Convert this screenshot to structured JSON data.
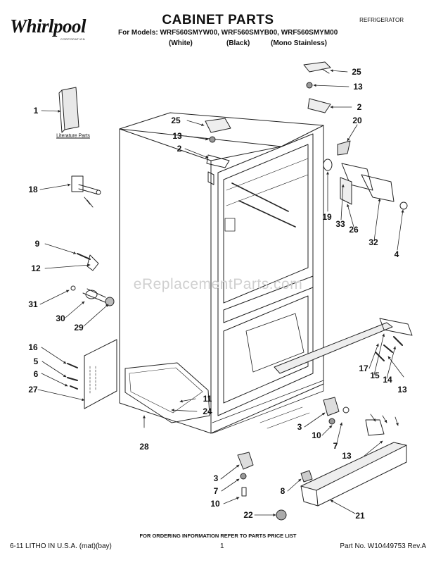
{
  "header": {
    "brand": "Whirlpool",
    "brand_sub": "CORPORATION",
    "title": "CABINET PARTS",
    "appliance": "REFRIGERATOR",
    "models_line": "For Models: WRF560SMYW00, WRF560SMYB00, WRF560SMYM00",
    "variants": [
      "(White)",
      "(Black)",
      "(Mono Stainless)"
    ]
  },
  "watermark": "eReplacementParts.com",
  "literature_label": "Literature Parts",
  "callouts": [
    {
      "id": "c-25a",
      "label": "25"
    },
    {
      "id": "c-13a",
      "label": "13"
    },
    {
      "id": "c-2a",
      "label": "2"
    },
    {
      "id": "c-20",
      "label": "20"
    },
    {
      "id": "c-25b",
      "label": "25"
    },
    {
      "id": "c-13b",
      "label": "13"
    },
    {
      "id": "c-2b",
      "label": "2"
    },
    {
      "id": "c-1",
      "label": "1"
    },
    {
      "id": "c-18",
      "label": "18"
    },
    {
      "id": "c-19",
      "label": "19"
    },
    {
      "id": "c-33",
      "label": "33"
    },
    {
      "id": "c-26",
      "label": "26"
    },
    {
      "id": "c-32",
      "label": "32"
    },
    {
      "id": "c-4",
      "label": "4"
    },
    {
      "id": "c-9",
      "label": "9"
    },
    {
      "id": "c-12",
      "label": "12"
    },
    {
      "id": "c-31",
      "label": "31"
    },
    {
      "id": "c-30",
      "label": "30"
    },
    {
      "id": "c-29",
      "label": "29"
    },
    {
      "id": "c-16",
      "label": "16"
    },
    {
      "id": "c-5",
      "label": "5"
    },
    {
      "id": "c-6",
      "label": "6"
    },
    {
      "id": "c-27",
      "label": "27"
    },
    {
      "id": "c-17",
      "label": "17"
    },
    {
      "id": "c-15",
      "label": "15"
    },
    {
      "id": "c-14",
      "label": "14"
    },
    {
      "id": "c-13c",
      "label": "13"
    },
    {
      "id": "c-11",
      "label": "11"
    },
    {
      "id": "c-24",
      "label": "24"
    },
    {
      "id": "c-28",
      "label": "28"
    },
    {
      "id": "c-3a",
      "label": "3"
    },
    {
      "id": "c-10a",
      "label": "10"
    },
    {
      "id": "c-7a",
      "label": "7"
    },
    {
      "id": "c-13d",
      "label": "13"
    },
    {
      "id": "c-3b",
      "label": "3"
    },
    {
      "id": "c-7b",
      "label": "7"
    },
    {
      "id": "c-10b",
      "label": "10"
    },
    {
      "id": "c-8",
      "label": "8"
    },
    {
      "id": "c-22",
      "label": "22"
    },
    {
      "id": "c-21",
      "label": "21"
    }
  ],
  "footer": {
    "ordering_note": "FOR ORDERING INFORMATION REFER TO PARTS PRICE LIST",
    "litho": "6-11 LITHO IN U.S.A. (mat)(bay)",
    "page": "1",
    "part_no": "Part No. W10449753 Rev.A"
  }
}
